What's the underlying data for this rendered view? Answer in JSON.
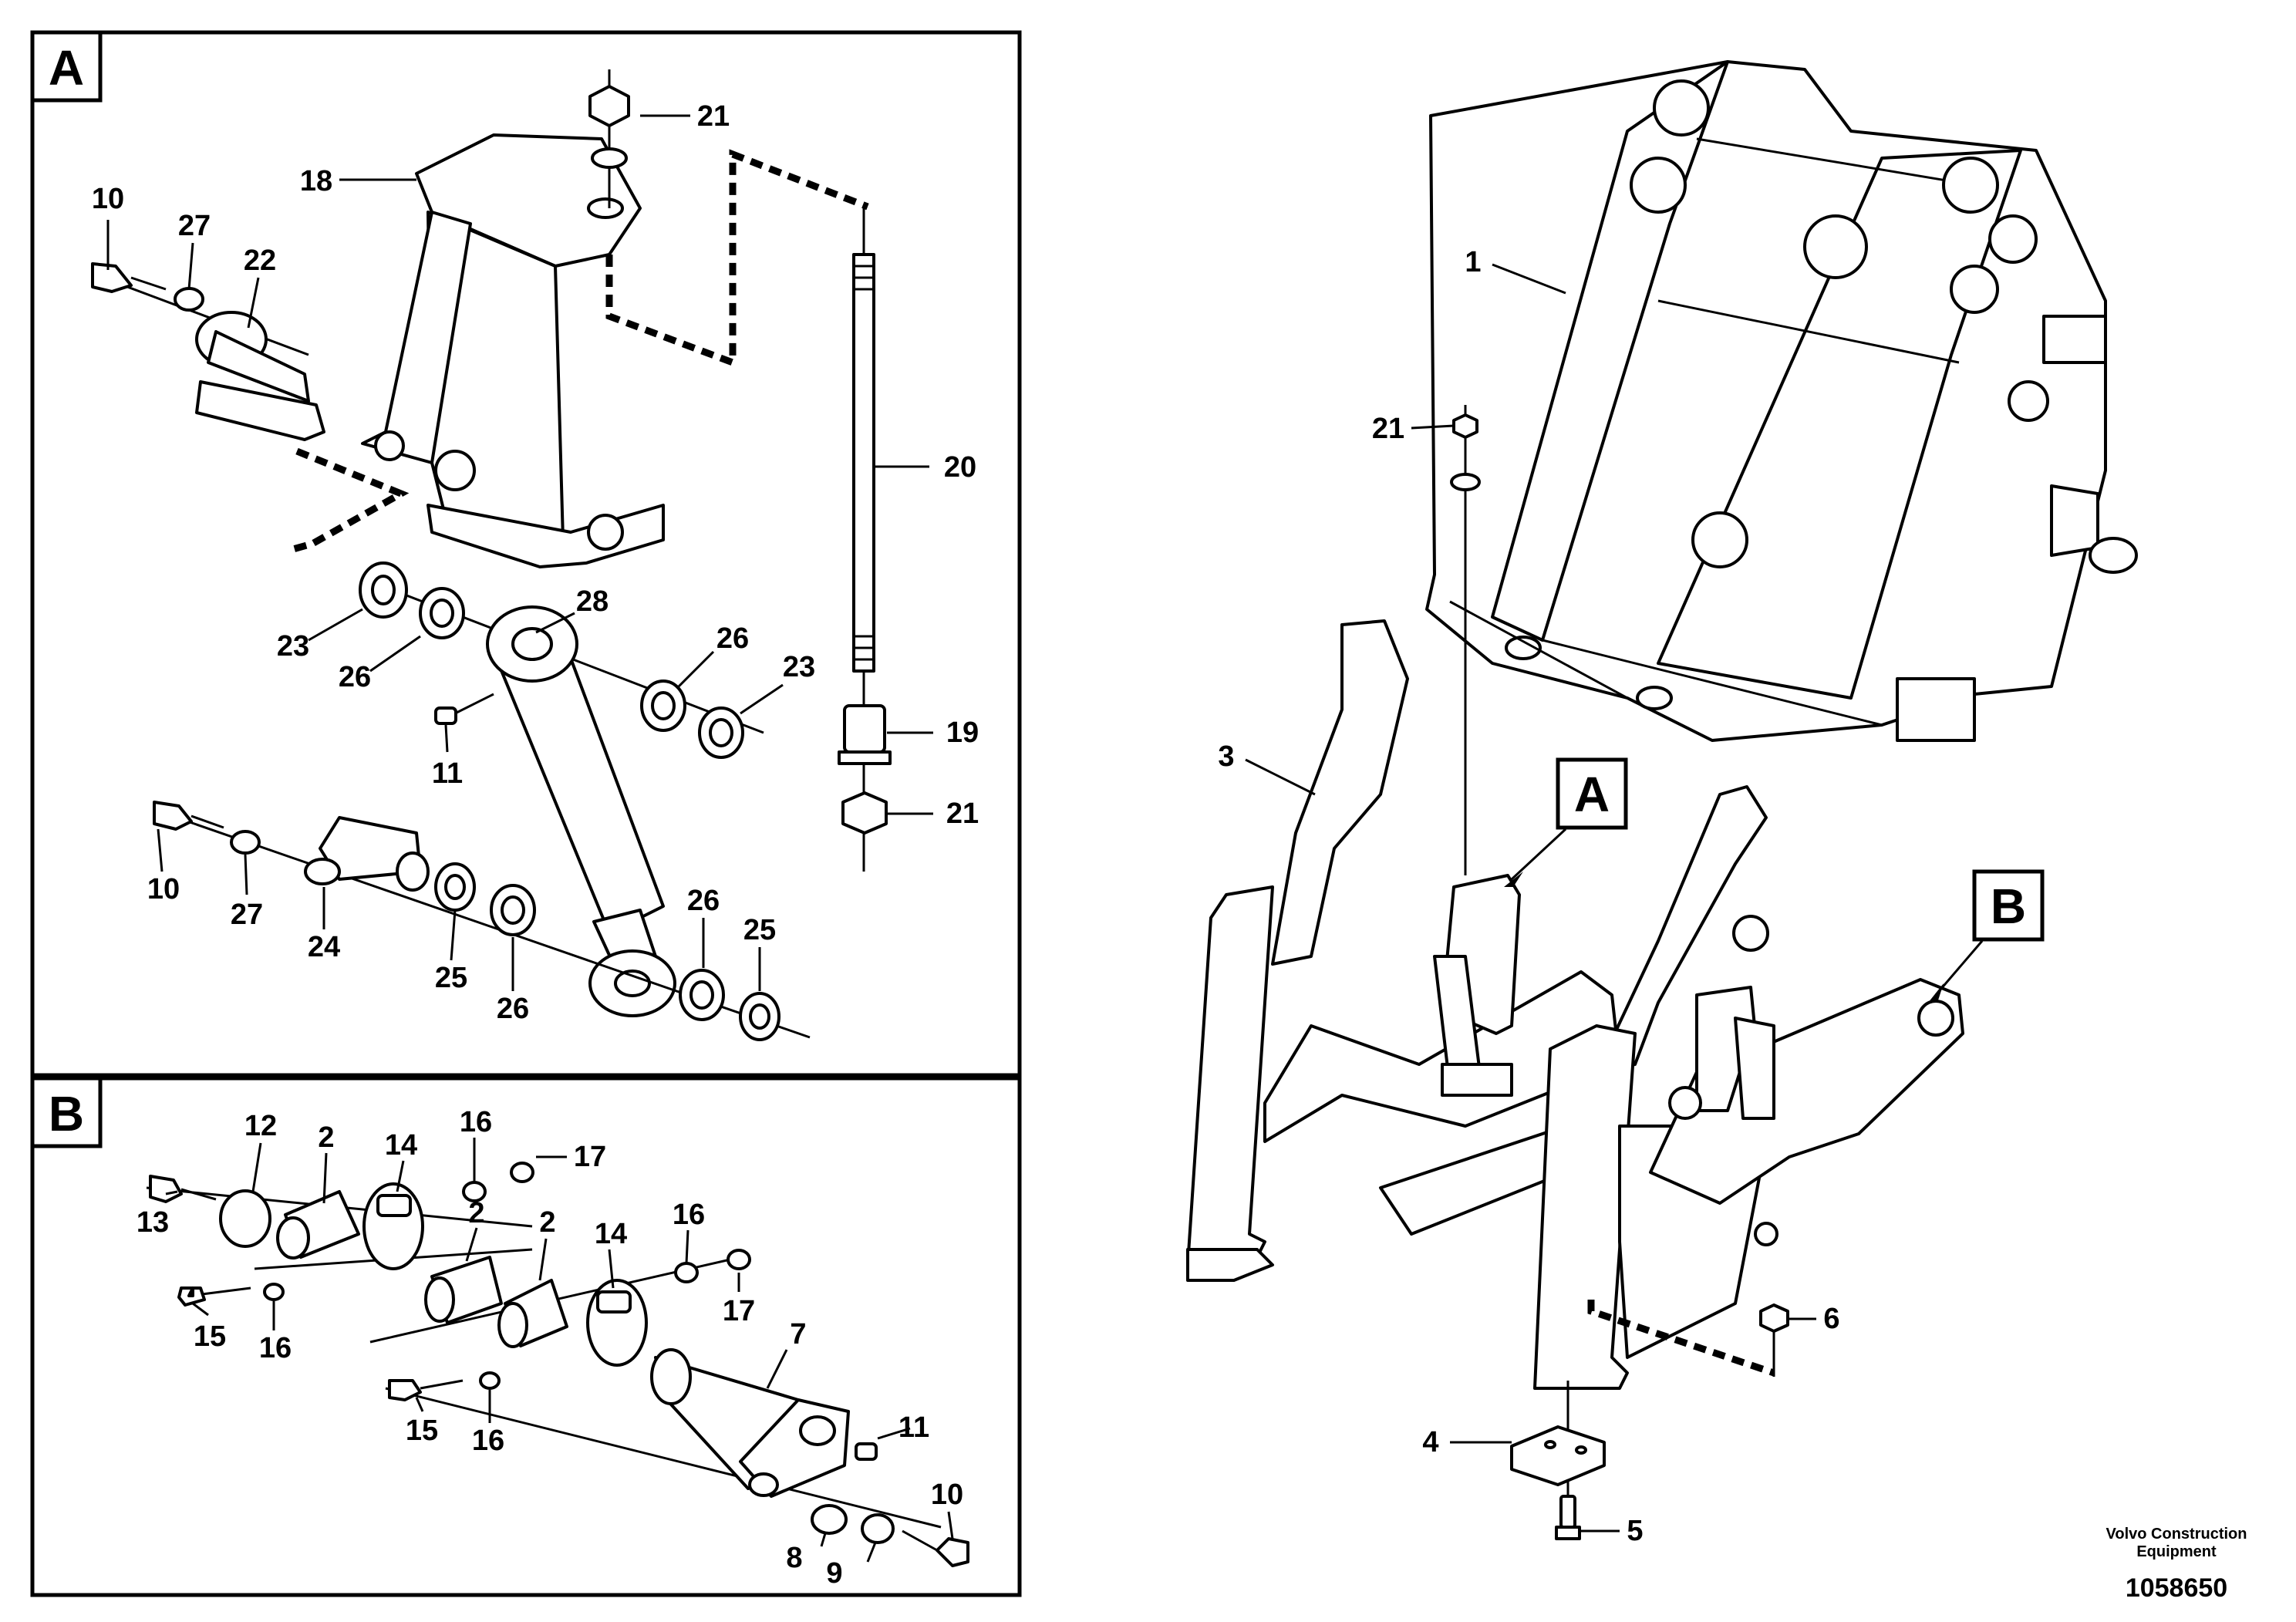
{
  "panels": {
    "a": {
      "letter": "A"
    },
    "b": {
      "letter": "B"
    }
  },
  "callouts": {
    "main": {
      "label_A": "A",
      "label_B": "B",
      "n1": "1",
      "n3": "3",
      "n21": "21",
      "n4": "4",
      "n5": "5",
      "n6": "6"
    },
    "a": {
      "n10a": "10",
      "n27a": "27",
      "n22": "22",
      "n18": "18",
      "n21a": "21",
      "n20": "20",
      "n28": "28",
      "n23a": "23",
      "n26a": "26",
      "n26b": "26",
      "n23b": "23",
      "n11": "11",
      "n19": "19",
      "n21b": "21",
      "n10b": "10",
      "n27b": "27",
      "n24": "24",
      "n25a": "25",
      "n26c": "26",
      "n26d": "26",
      "n25b": "25"
    },
    "b": {
      "n12": "12",
      "n2a": "2",
      "n14a": "14",
      "n16a": "16",
      "n17a": "17",
      "n13": "13",
      "n2b": "2",
      "n2c": "2",
      "n14b": "14",
      "n16b": "16",
      "n17b": "17",
      "n15a": "15",
      "n16c": "16",
      "n7": "7",
      "n15b": "15",
      "n16d": "16",
      "n11": "11",
      "n10": "10",
      "n8": "8",
      "n9": "9"
    }
  },
  "footer": {
    "brand_line1": "Volvo Construction",
    "brand_line2": "Equipment",
    "doc_number": "1058650"
  }
}
